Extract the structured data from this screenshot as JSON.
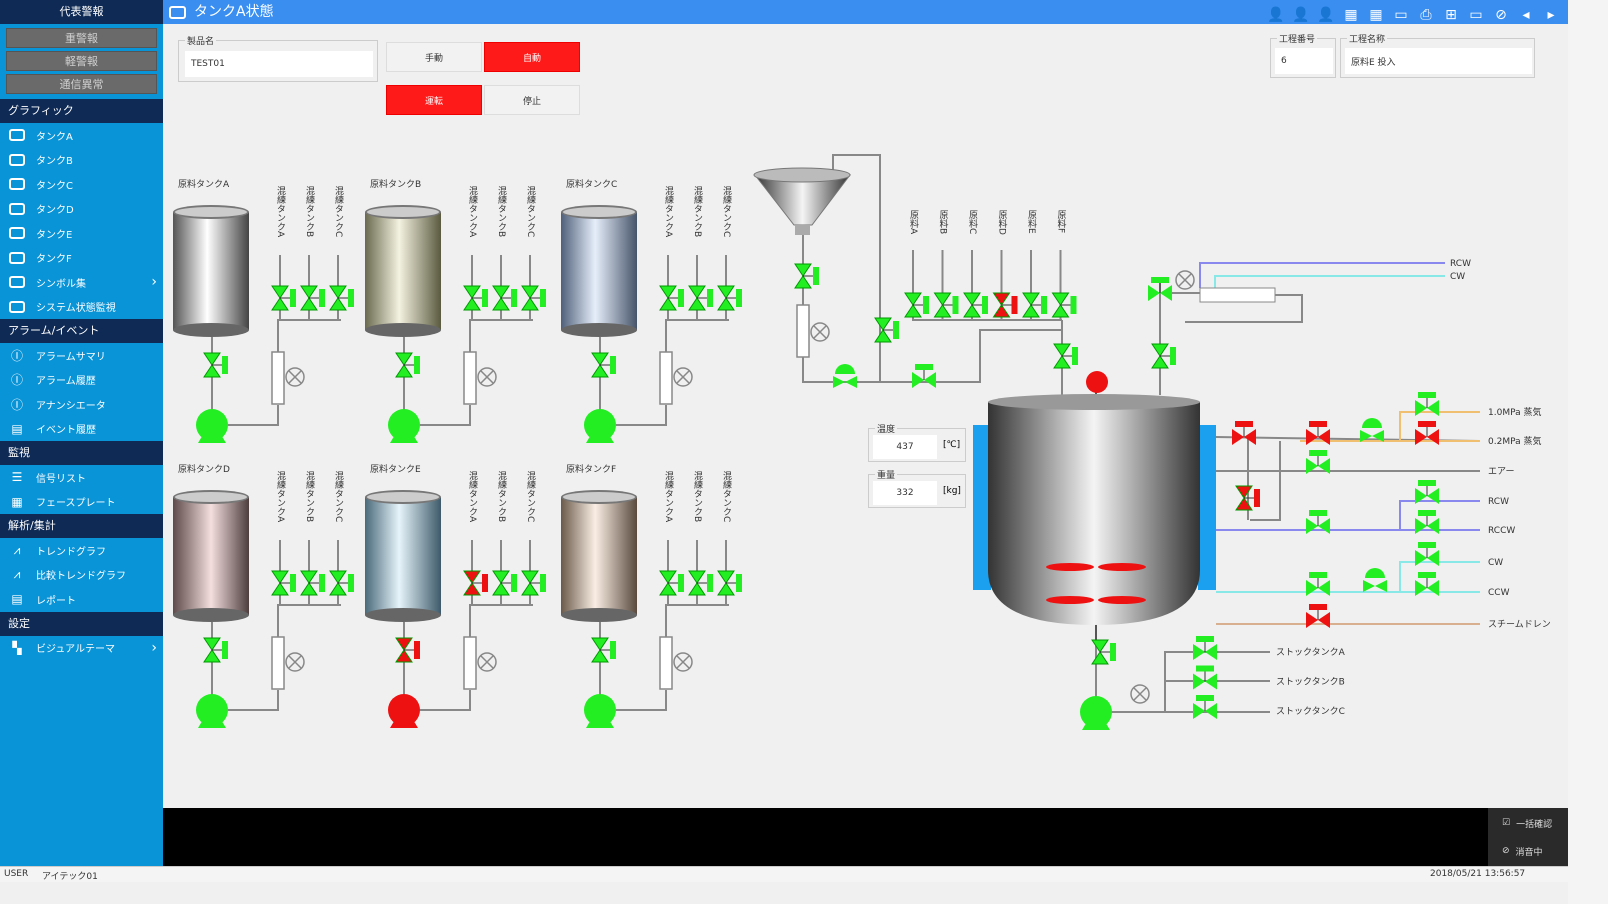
{
  "sidebar": {
    "alarm_header": "代表警報",
    "alarm_buttons": [
      "重警報",
      "軽警報",
      "通信異常"
    ],
    "sections": [
      {
        "title": "グラフィック",
        "items": [
          {
            "label": "タンクA",
            "icon": "monitor-icon"
          },
          {
            "label": "タンクB",
            "icon": "monitor-icon"
          },
          {
            "label": "タンクC",
            "icon": "monitor-icon"
          },
          {
            "label": "タンクD",
            "icon": "monitor-icon"
          },
          {
            "label": "タンクE",
            "icon": "monitor-icon"
          },
          {
            "label": "タンクF",
            "icon": "monitor-icon"
          },
          {
            "label": "シンボル集",
            "icon": "monitor-icon",
            "chevron": true
          },
          {
            "label": "システム状態監視",
            "icon": "monitor-icon"
          }
        ]
      },
      {
        "title": "アラーム/イベント",
        "items": [
          {
            "label": "アラームサマリ",
            "icon": "alarm-icon"
          },
          {
            "label": "アラーム履歴",
            "icon": "alarm-history-icon"
          },
          {
            "label": "アナンシエータ",
            "icon": "annunciator-icon"
          },
          {
            "label": "イベント履歴",
            "icon": "document-icon"
          }
        ]
      },
      {
        "title": "監視",
        "items": [
          {
            "label": "信号リスト",
            "icon": "list-icon"
          },
          {
            "label": "フェースプレート",
            "icon": "faceplate-icon"
          }
        ]
      },
      {
        "title": "解析/集計",
        "items": [
          {
            "label": "トレンドグラフ",
            "icon": "trend-icon"
          },
          {
            "label": "比較トレンドグラフ",
            "icon": "compare-trend-icon"
          },
          {
            "label": "レポート",
            "icon": "document-icon"
          }
        ]
      },
      {
        "title": "設定",
        "items": [
          {
            "label": "ビジュアルテーマ",
            "icon": "theme-icon",
            "chevron": true
          }
        ]
      }
    ]
  },
  "titlebar": {
    "title": "タンクA状態",
    "icons": [
      "user-icon",
      "user-icon",
      "user-icon",
      "grid-icon",
      "grid-icon",
      "window-icon",
      "printer-icon",
      "layout-icon",
      "window-icon",
      "ban-icon",
      "prev-icon",
      "next-icon"
    ]
  },
  "product": {
    "label": "製品名",
    "value": "TEST01"
  },
  "mode": {
    "manual": "手動",
    "auto": "自動",
    "run": "運転",
    "stop": "停止"
  },
  "process": {
    "no_label": "工程番号",
    "no_value": "6",
    "name_label": "工程名称",
    "name_value": "原料E 投入"
  },
  "raw_tanks": [
    {
      "label": "原料タンクA",
      "mix": [
        "混練タンクA",
        "混練タンクB",
        "混練タンクC"
      ],
      "mix_valves": [
        "open",
        "open",
        "open"
      ],
      "outlet_valve": "open",
      "pump": "run"
    },
    {
      "label": "原料タンクB",
      "mix": [
        "混練タンクA",
        "混練タンクB",
        "混練タンクC"
      ],
      "mix_valves": [
        "open",
        "open",
        "open"
      ],
      "outlet_valve": "open",
      "pump": "run"
    },
    {
      "label": "原料タンクC",
      "mix": [
        "混練タンクA",
        "混練タンクB",
        "混練タンクC"
      ],
      "mix_valves": [
        "open",
        "open",
        "open"
      ],
      "outlet_valve": "open",
      "pump": "run"
    },
    {
      "label": "原料タンクD",
      "mix": [
        "混練タンクA",
        "混練タンクB",
        "混練タンクC"
      ],
      "mix_valves": [
        "open",
        "open",
        "open"
      ],
      "outlet_valve": "open",
      "pump": "run"
    },
    {
      "label": "原料タンクE",
      "mix": [
        "混練タンクA",
        "混練タンクB",
        "混練タンクC"
      ],
      "mix_valves": [
        "closed",
        "open",
        "open"
      ],
      "outlet_valve": "closed",
      "pump": "stop"
    },
    {
      "label": "原料タンクF",
      "mix": [
        "混練タンクA",
        "混練タンクB",
        "混練タンクC"
      ],
      "mix_valves": [
        "open",
        "open",
        "open"
      ],
      "outlet_valve": "open",
      "pump": "run"
    }
  ],
  "feeds": [
    {
      "label": "原料A",
      "valve": "open"
    },
    {
      "label": "原料B",
      "valve": "open"
    },
    {
      "label": "原料C",
      "valve": "open"
    },
    {
      "label": "原料D",
      "valve": "closed"
    },
    {
      "label": "原料E",
      "valve": "open"
    },
    {
      "label": "原料F",
      "valve": "open"
    }
  ],
  "reactor": {
    "temp_label": "温度",
    "temp_value": "437",
    "temp_unit": "[℃]",
    "weight_label": "重量",
    "weight_value": "332",
    "weight_unit": "[kg]"
  },
  "utilities": {
    "top": [
      "RCW",
      "CW"
    ],
    "lines": [
      {
        "label": "1.0MPa 蒸気",
        "color": "#f0c070"
      },
      {
        "label": "0.2MPa 蒸気",
        "color": "#f0c070"
      },
      {
        "label": "エアー",
        "color": "#888888"
      },
      {
        "label": "RCW",
        "color": "#8888ee"
      },
      {
        "label": "RCCW",
        "color": "#8888ee"
      },
      {
        "label": "CW",
        "color": "#88e8e8"
      },
      {
        "label": "CCW",
        "color": "#88e8e8"
      },
      {
        "label": "スチームドレン",
        "color": "#d8b090"
      }
    ]
  },
  "stock": [
    "ストックタンクA",
    "ストックタンクB",
    "ストックタンクC"
  ],
  "alarm_panel": {
    "ack": "一括確認",
    "mute": "消音中"
  },
  "status": {
    "user_label": "USER",
    "user": "アイテック01",
    "datetime": "2018/05/21 13:56:57"
  },
  "colors": {
    "open": "#22ee22",
    "closed": "#ee1111",
    "accent": "#3a8ef0",
    "sidebar": "#0a94d8",
    "header": "#0e2a55"
  }
}
